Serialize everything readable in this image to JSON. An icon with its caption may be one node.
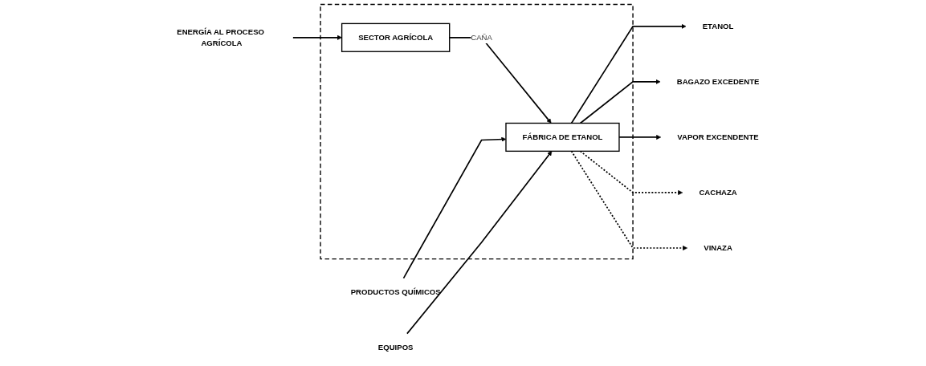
{
  "diagram": {
    "nodes": [
      {
        "text": [],
        "shape": "box"
      },
      {
        "text": [
          "ENERGÍA AL PROCESO AGRÍCOLA"
        ]
      },
      {
        "text": [
          "SECTOR AGRÍCOLA"
        ],
        "in": 0
      },
      {
        "text": [
          "FÁBRICA DE ETANOL"
        ],
        "in": 0
      },
      {
        "text": [
          "PRODUCTOS QUÍMICOS"
        ]
      },
      {
        "text": [
          "EQUIPOS"
        ]
      },
      {
        "text": [
          "ETANOL"
        ]
      },
      {
        "text": [
          "BAGAZO EXCEDENTE"
        ]
      },
      {
        "text": [
          "VAPOR EXCENDENTE"
        ]
      },
      {
        "text": [
          "CACHAZA"
        ]
      },
      {
        "text": [
          "VINAZA"
        ]
      }
    ],
    "edges": [
      {
        "from": 1,
        "to": 2,
        "arrow": "to"
      },
      {
        "from": 2,
        "to": 3,
        "arrow": "to",
        "label": "CAÑA"
      },
      {
        "from": 4,
        "to": 3,
        "arrow": "to"
      },
      {
        "from": 5,
        "to": 3,
        "arrow": "to"
      },
      {
        "from": 3,
        "to": 6,
        "arrow": "to"
      },
      {
        "from": 3,
        "to": 7,
        "arrow": "to"
      },
      {
        "from": 3,
        "to": 8,
        "arrow": "to"
      },
      {
        "from": 3,
        "to": 9,
        "arrow": "to",
        "style": "dashed"
      },
      {
        "from": 3,
        "to": 10,
        "arrow": "to",
        "style": "dashed"
      }
    ]
  }
}
